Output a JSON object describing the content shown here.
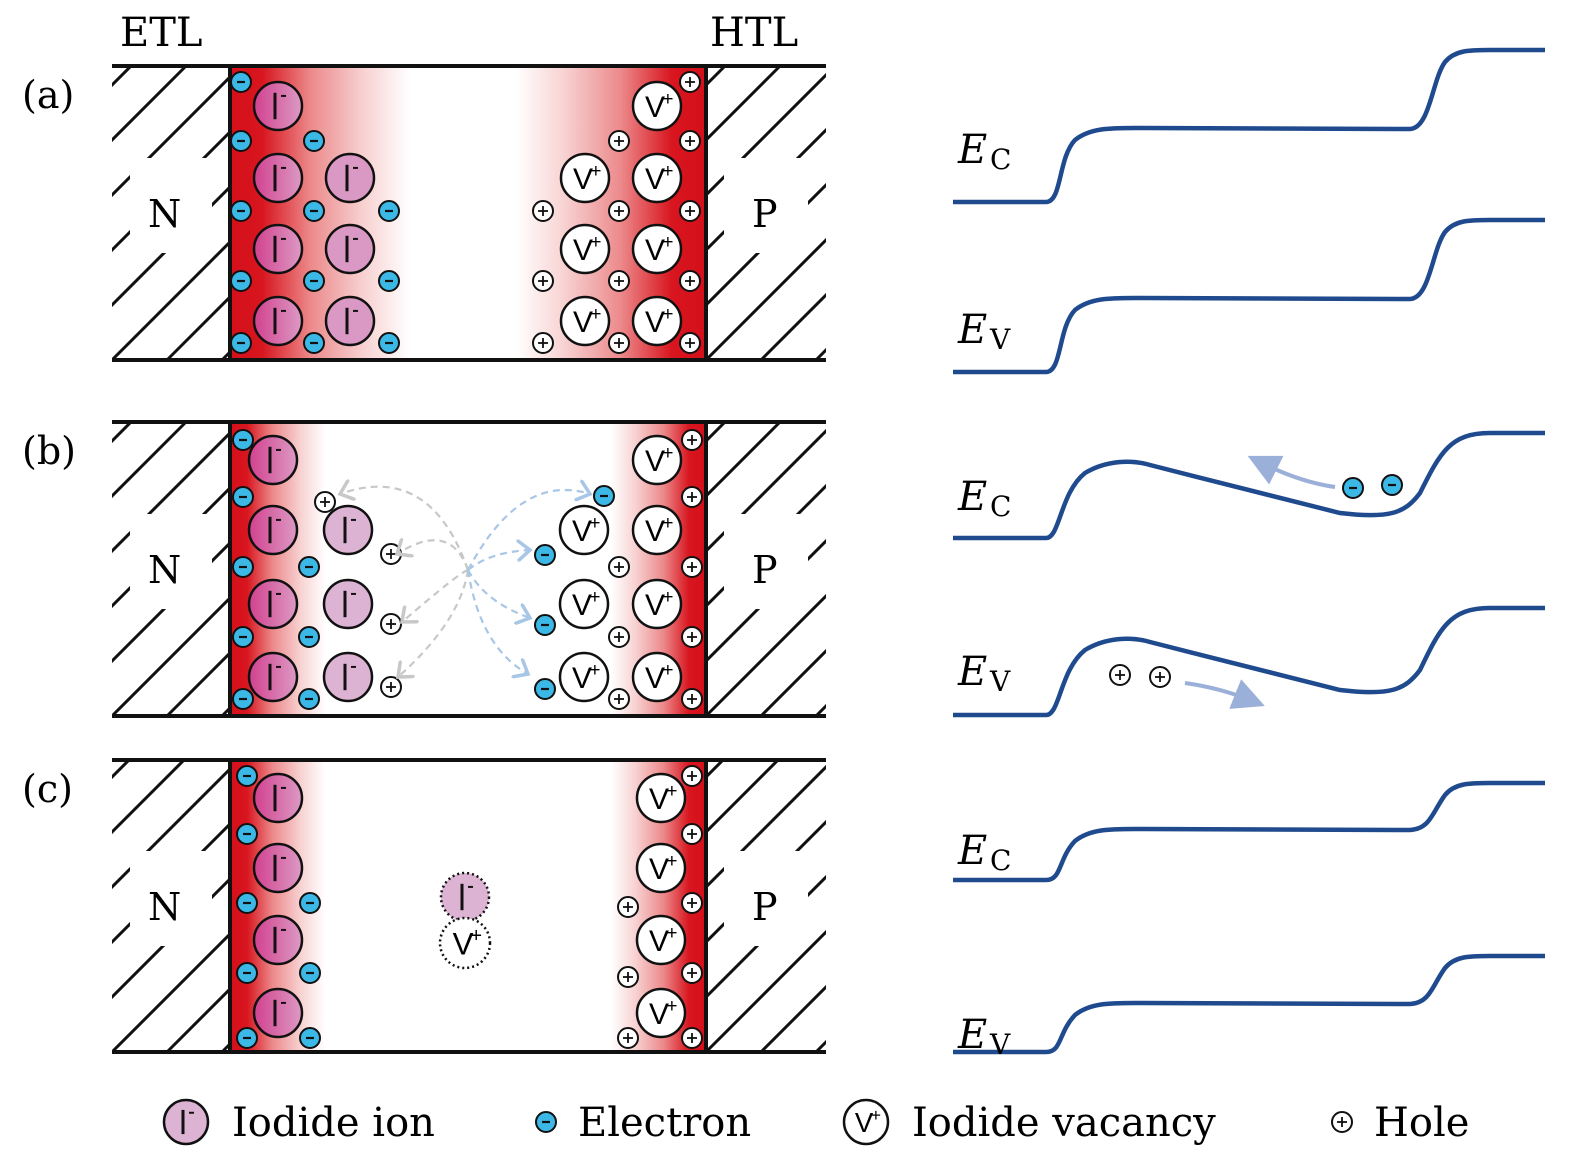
{
  "headers": {
    "etl": "ETL",
    "htl": "HTL"
  },
  "colors": {
    "red": "#d40f1a",
    "iodide_dark": "#d2418f",
    "iodide_light": "#dcb3d3",
    "electron": "#3cb8e6",
    "band": "#1f4b8e",
    "arrow_blue": "#9ab0d8",
    "dash_gray": "#c8c8c8",
    "dash_blue": "#a8c6e6"
  },
  "panels": [
    {
      "label": "(a)",
      "n_label": "N",
      "p_label": "P",
      "ec_label": "E",
      "ec_sub": "C",
      "ev_label": "E",
      "ev_sub": "V",
      "state": "accumulated"
    },
    {
      "label": "(b)",
      "n_label": "N",
      "p_label": "P",
      "ec_label": "E",
      "ec_sub": "C",
      "ev_label": "E",
      "ev_sub": "V",
      "state": "illuminated-recombination"
    },
    {
      "label": "(c)",
      "n_label": "N",
      "p_label": "P",
      "ec_label": "E",
      "ec_sub": "C",
      "ev_label": "E",
      "ev_sub": "V",
      "state": "annihilation"
    }
  ],
  "symbols": {
    "iodide": "I",
    "iodide_charge": "-",
    "vacancy": "V",
    "vacancy_charge": "+",
    "electron_sign": "-",
    "hole_sign": "+"
  },
  "legend": [
    {
      "icon": "iodide-ion",
      "label": "Iodide ion"
    },
    {
      "icon": "electron",
      "label": "Electron"
    },
    {
      "icon": "iodide-vacancy",
      "label": "Iodide vacancy"
    },
    {
      "icon": "hole",
      "label": "Hole"
    }
  ]
}
